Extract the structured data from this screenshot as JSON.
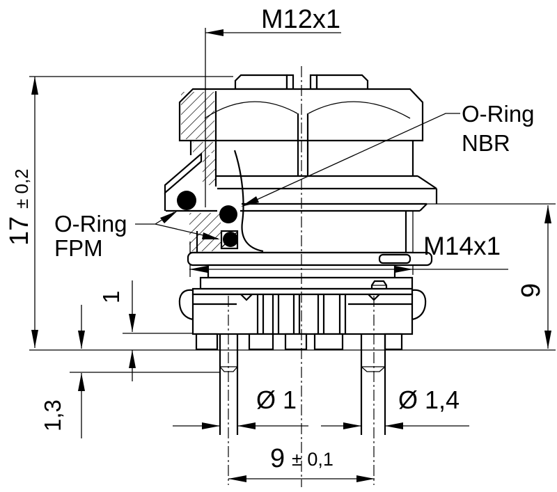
{
  "drawing": {
    "type": "technical-section-drawing",
    "subject": "M12 panel-mount connector, sectional side view with dimensions",
    "colors": {
      "line": "#000000",
      "background": "#ffffff"
    },
    "labels": {
      "thread_top": "M12x1",
      "thread_side": "M14x1",
      "oring_nbr_line1": "O-Ring",
      "oring_nbr_line2": "NBR",
      "oring_fpm_line1": "O-Ring",
      "oring_fpm_line2": "FPM",
      "height_total_main": "17",
      "height_total_tol": "± 0,2",
      "height_lower": "9",
      "standoff_height": "1",
      "pin_step_height": "1,3",
      "pin_dia_small": "Ø 1",
      "pin_dia_large": "Ø 1,4",
      "pin_pitch_main": "9",
      "pin_pitch_tol": "± 0,1"
    }
  }
}
